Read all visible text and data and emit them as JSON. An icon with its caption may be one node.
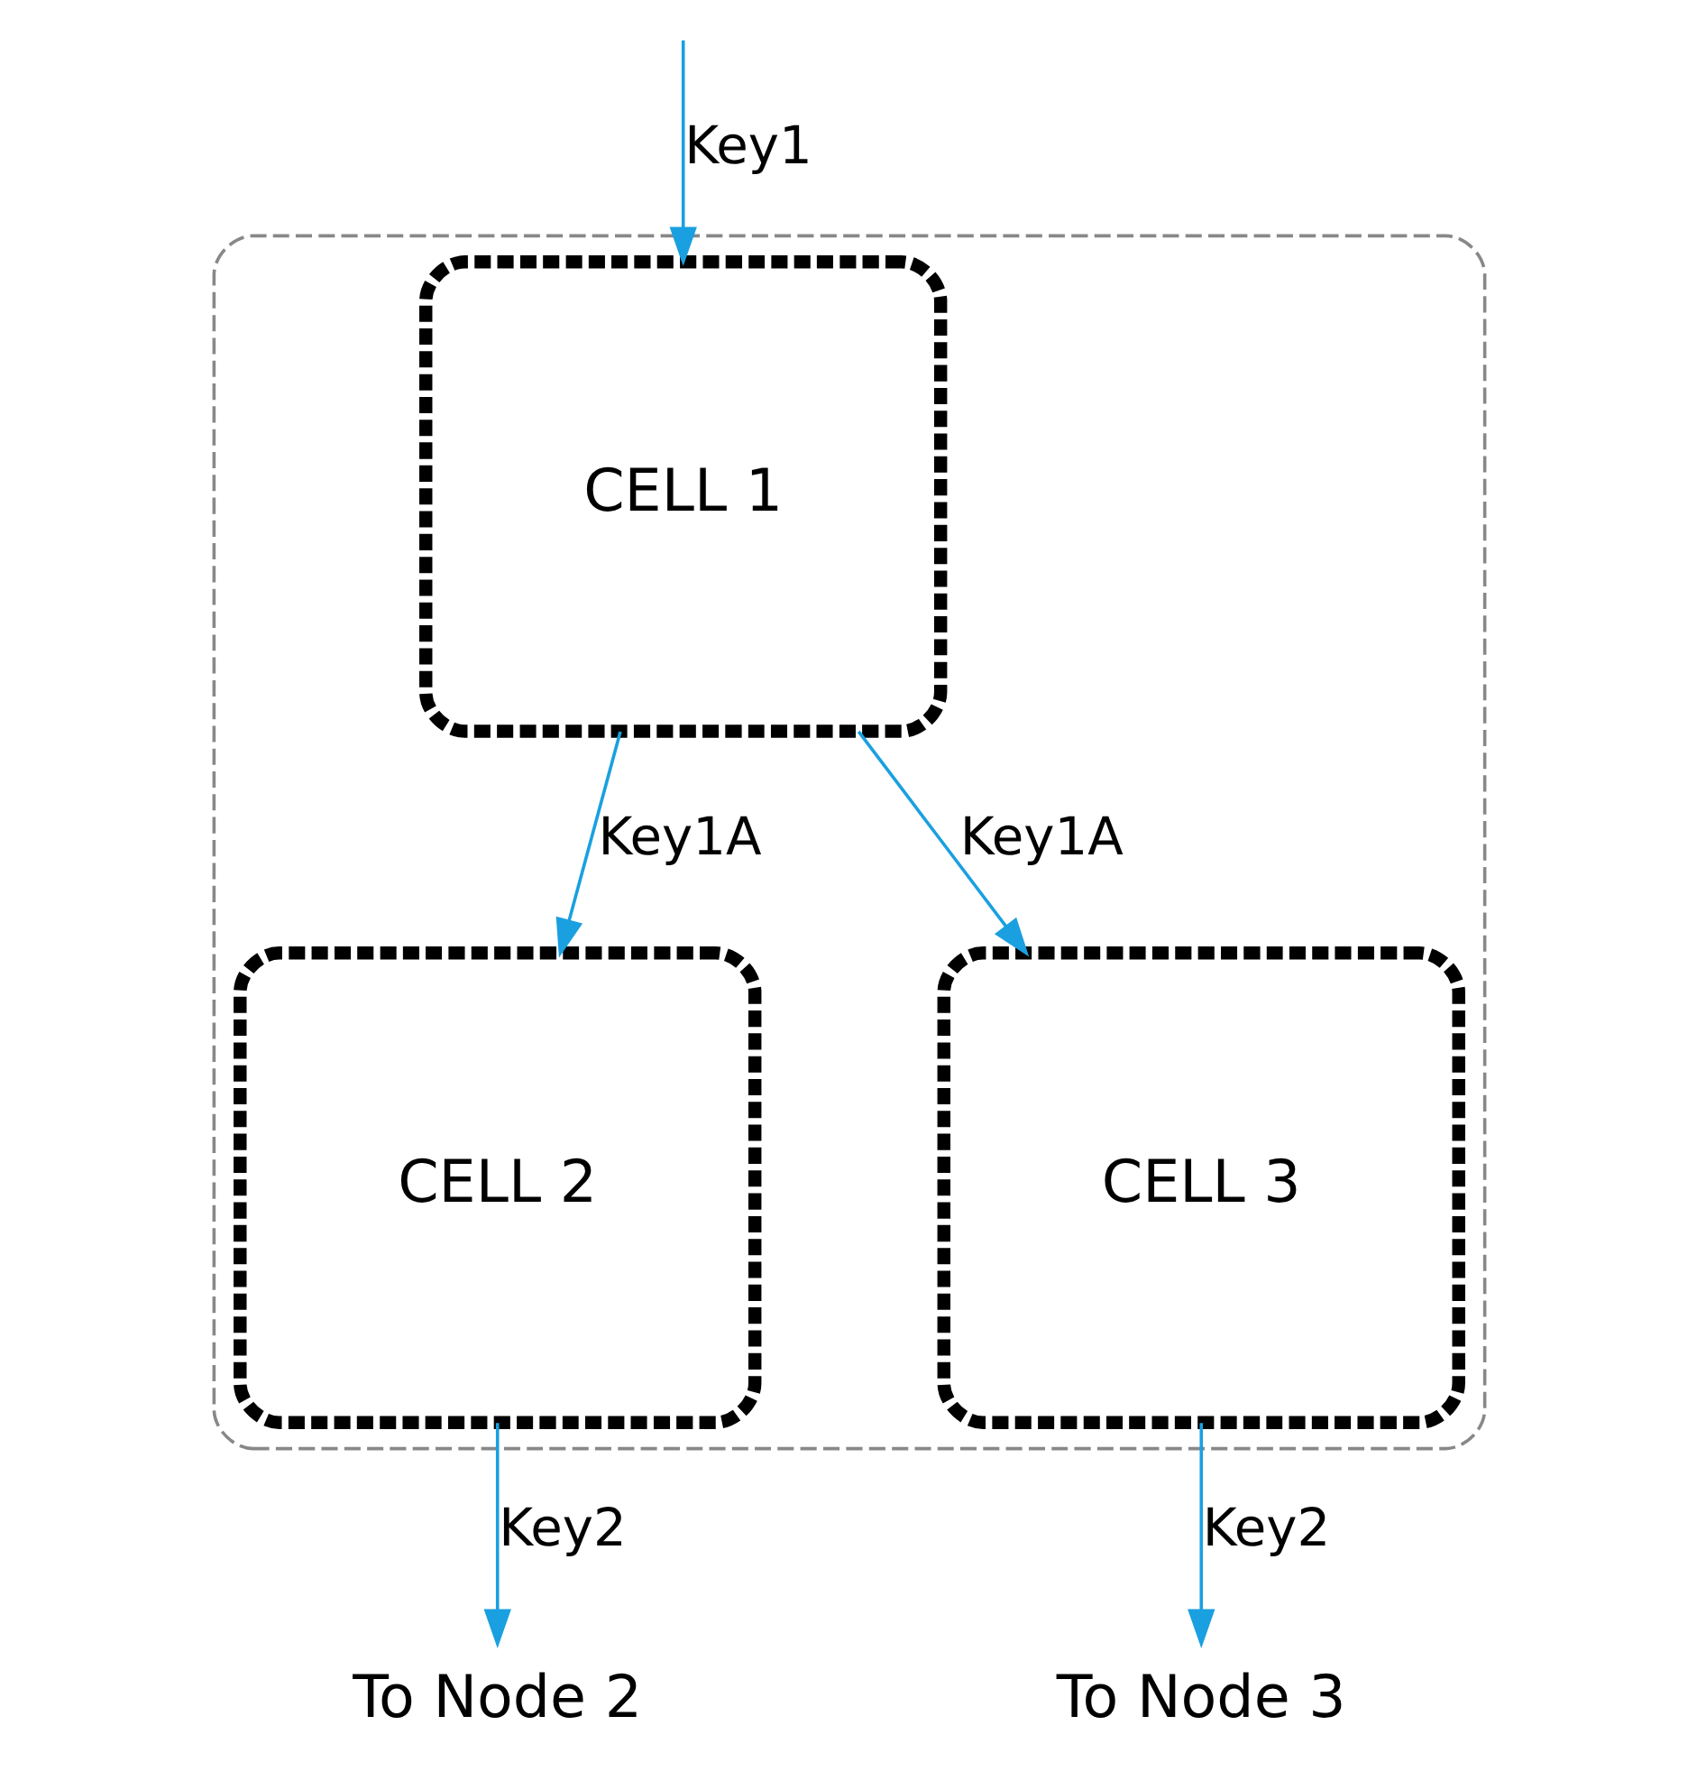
{
  "diagram": {
    "nodes": [
      {
        "text": [],
        "shape": "box"
      },
      {
        "text": [
          "CELL 1"
        ],
        "in": 0
      },
      {
        "text": [
          "CELL 2"
        ],
        "in": 0
      },
      {
        "text": [
          "CELL 3"
        ],
        "in": 0
      },
      {
        "text": [
          "To Node 2"
        ]
      },
      {
        "text": [
          "To Node 3"
        ]
      }
    ],
    "edges": [
      {
        "from": null,
        "to": 1,
        "arrow": "to",
        "label": "Key1"
      },
      {
        "from": 1,
        "to": 2,
        "arrow": "to",
        "label": "Key1A"
      },
      {
        "from": 1,
        "to": 3,
        "arrow": "to",
        "label": "Key1A"
      },
      {
        "from": 2,
        "to": 4,
        "arrow": "to",
        "label": "Key2"
      },
      {
        "from": 3,
        "to": 5,
        "arrow": "to",
        "label": "Key2"
      }
    ]
  }
}
